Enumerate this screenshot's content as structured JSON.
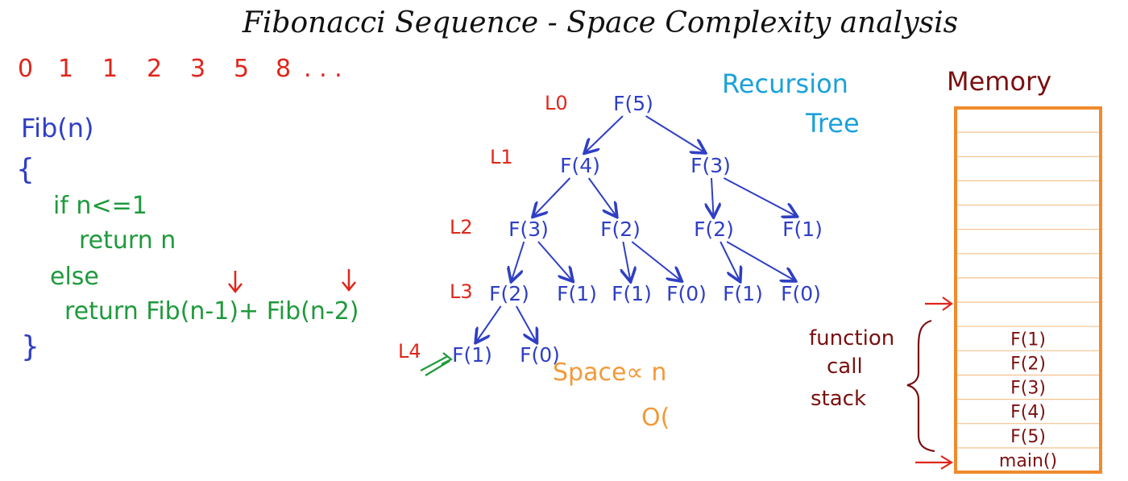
{
  "title": "Fibonacci Sequence - Space Complexity analysis",
  "sequence": [
    "0",
    "1",
    "1",
    "2",
    "3",
    "5",
    "8",
    ". . ."
  ],
  "code": {
    "signature": "Fib(n)",
    "open_brace": "{",
    "if_line": "if  n<=1",
    "return_n": "return n",
    "else_line": "else",
    "return_rec": "return Fib(n-1)+ Fib(n-2)",
    "close_brace": "}"
  },
  "tree": {
    "heading_1": "Recursion",
    "heading_2": "Tree",
    "levels": [
      "L0",
      "L1",
      "L2",
      "L3",
      "L4"
    ],
    "nodes": [
      {
        "id": "n5",
        "label": "F(5)",
        "level": 0,
        "col": 0
      },
      {
        "id": "n4",
        "label": "F(4)",
        "level": 1,
        "col": 0
      },
      {
        "id": "n3a",
        "label": "F(3)",
        "level": 1,
        "col": 1
      },
      {
        "id": "n3b",
        "label": "F(3)",
        "level": 2,
        "col": 0
      },
      {
        "id": "n2a",
        "label": "F(2)",
        "level": 2,
        "col": 1
      },
      {
        "id": "n2b",
        "label": "F(2)",
        "level": 2,
        "col": 2
      },
      {
        "id": "n1a",
        "label": "F(1)",
        "level": 2,
        "col": 3
      },
      {
        "id": "n2c",
        "label": "F(2)",
        "level": 3,
        "col": 0
      },
      {
        "id": "n1b",
        "label": "F(1)",
        "level": 3,
        "col": 1
      },
      {
        "id": "n1c",
        "label": "F(1)",
        "level": 3,
        "col": 2
      },
      {
        "id": "n0a",
        "label": "F(0)",
        "level": 3,
        "col": 3
      },
      {
        "id": "n1d",
        "label": "F(1)",
        "level": 3,
        "col": 4
      },
      {
        "id": "n0b",
        "label": "F(0)",
        "level": 3,
        "col": 5
      },
      {
        "id": "n1e",
        "label": "F(1)",
        "level": 4,
        "col": 0
      },
      {
        "id": "n0c",
        "label": "F(0)",
        "level": 4,
        "col": 1
      }
    ],
    "edges": [
      [
        "n5",
        "n4"
      ],
      [
        "n5",
        "n3a"
      ],
      [
        "n4",
        "n3b"
      ],
      [
        "n4",
        "n2a"
      ],
      [
        "n3a",
        "n2b"
      ],
      [
        "n3a",
        "n1a"
      ],
      [
        "n3b",
        "n2c"
      ],
      [
        "n3b",
        "n1b"
      ],
      [
        "n2a",
        "n1c"
      ],
      [
        "n2a",
        "n0a"
      ],
      [
        "n2b",
        "n1d"
      ],
      [
        "n2b",
        "n0b"
      ],
      [
        "n2c",
        "n1e"
      ],
      [
        "n2c",
        "n0c"
      ]
    ]
  },
  "space": {
    "relation": "Space∝ n",
    "order": "O("
  },
  "memory": {
    "heading": "Memory",
    "total_slots": 15,
    "stack": [
      "F(1)",
      "F(2)",
      "F(3)",
      "F(4)",
      "F(5)",
      "main()"
    ],
    "stack_label": [
      "function",
      "call",
      "stack"
    ]
  },
  "colors": {
    "ink": "#111111",
    "red": "#e0261b",
    "blue": "#2f3fc4",
    "green": "#1f9a3c",
    "cyan": "#1ba1d9",
    "orange": "#f29a3a",
    "maroon": "#7a1010",
    "frame": "#f08a2c"
  }
}
